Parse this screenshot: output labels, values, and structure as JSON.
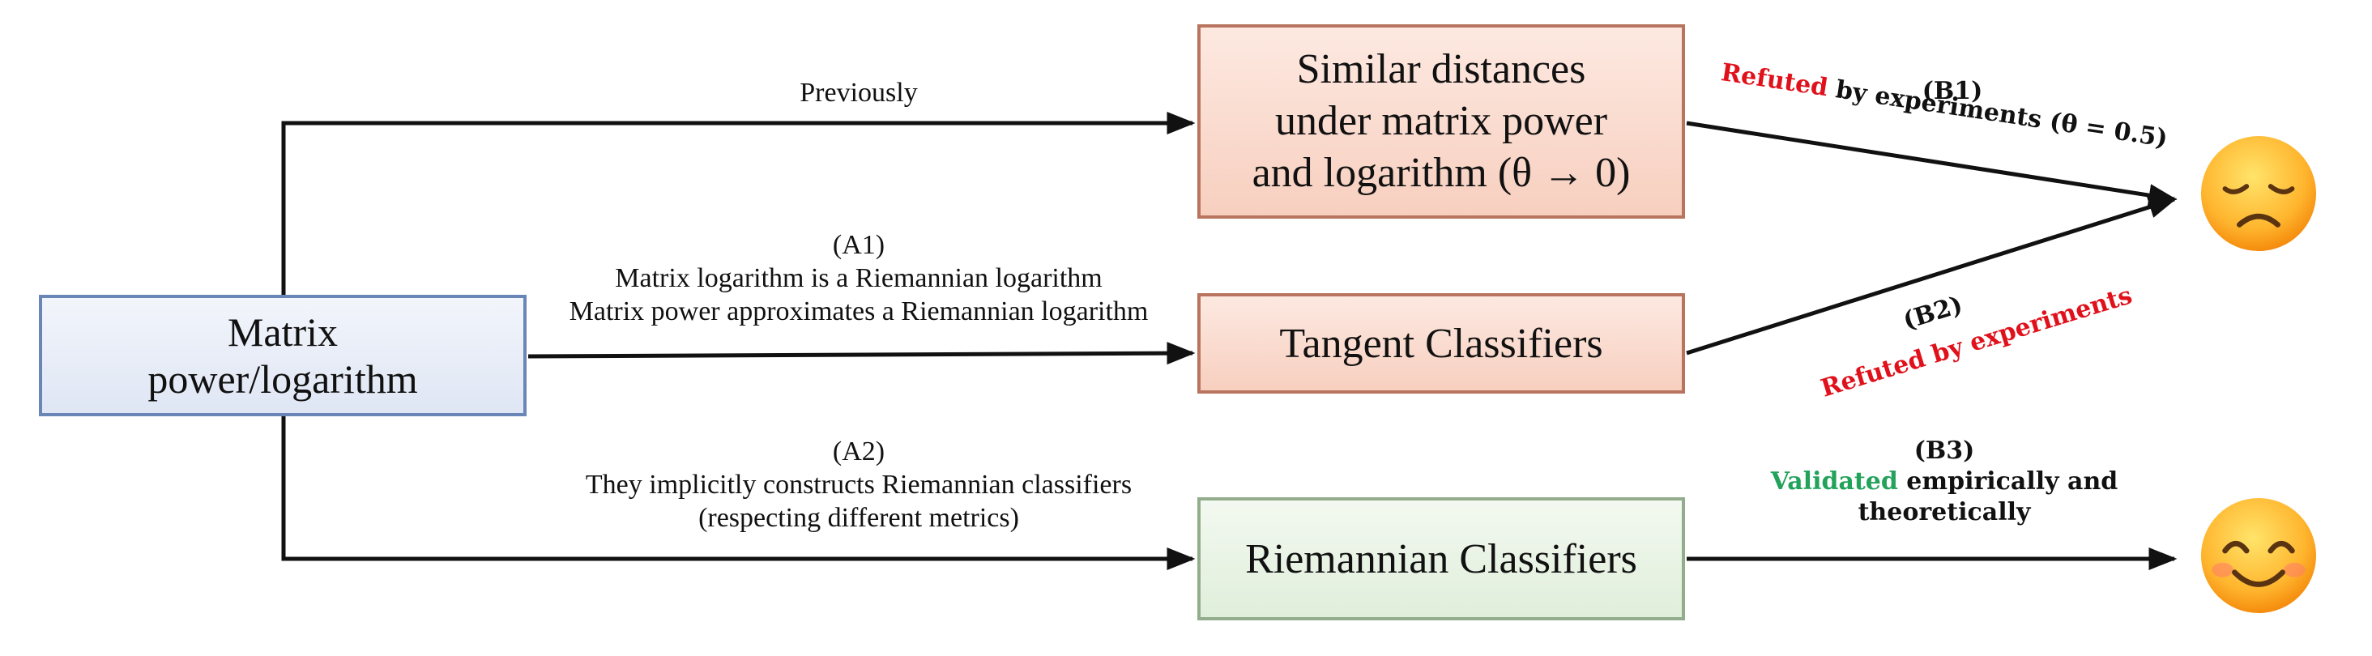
{
  "source_box": {
    "line1": "Matrix",
    "line2": "power/logarithm"
  },
  "boxes": {
    "similar": {
      "line1": "Similar distances",
      "line2": "under matrix power",
      "line3": "and logarithm (θ → 0)"
    },
    "tangent": {
      "label": "Tangent Classifiers"
    },
    "riemannian": {
      "label": "Riemannian Classifiers"
    }
  },
  "left_labels": {
    "previously": "Previously",
    "a1": {
      "tag": "(A1)",
      "line1": "Matrix logarithm is a Riemannian logarithm",
      "line2": "Matrix power approximates a Riemannian logarithm"
    },
    "a2": {
      "tag": "(A2)",
      "line1": "They implicitly constructs Riemannian classifiers",
      "line2": "(respecting different metrics)"
    }
  },
  "right_labels": {
    "b1": {
      "tag": "(B1)",
      "refuted": "Refuted",
      "rest": " by experiments (θ = 0.5)"
    },
    "b2": {
      "tag": "(B2)",
      "text": "Refuted by experiments"
    },
    "b3": {
      "tag": "(B3)",
      "validated": "Validated",
      "rest": " empirically and",
      "line2": "theoretically"
    }
  },
  "outcomes": {
    "sad": "sad-face-emoji",
    "happy": "smiling-face-emoji"
  },
  "colors": {
    "refuted": "#e0111b",
    "validated": "#22a25a",
    "src_border": "#6a86b6",
    "orange_border": "#b8745e",
    "green_border": "#93ad8c"
  }
}
